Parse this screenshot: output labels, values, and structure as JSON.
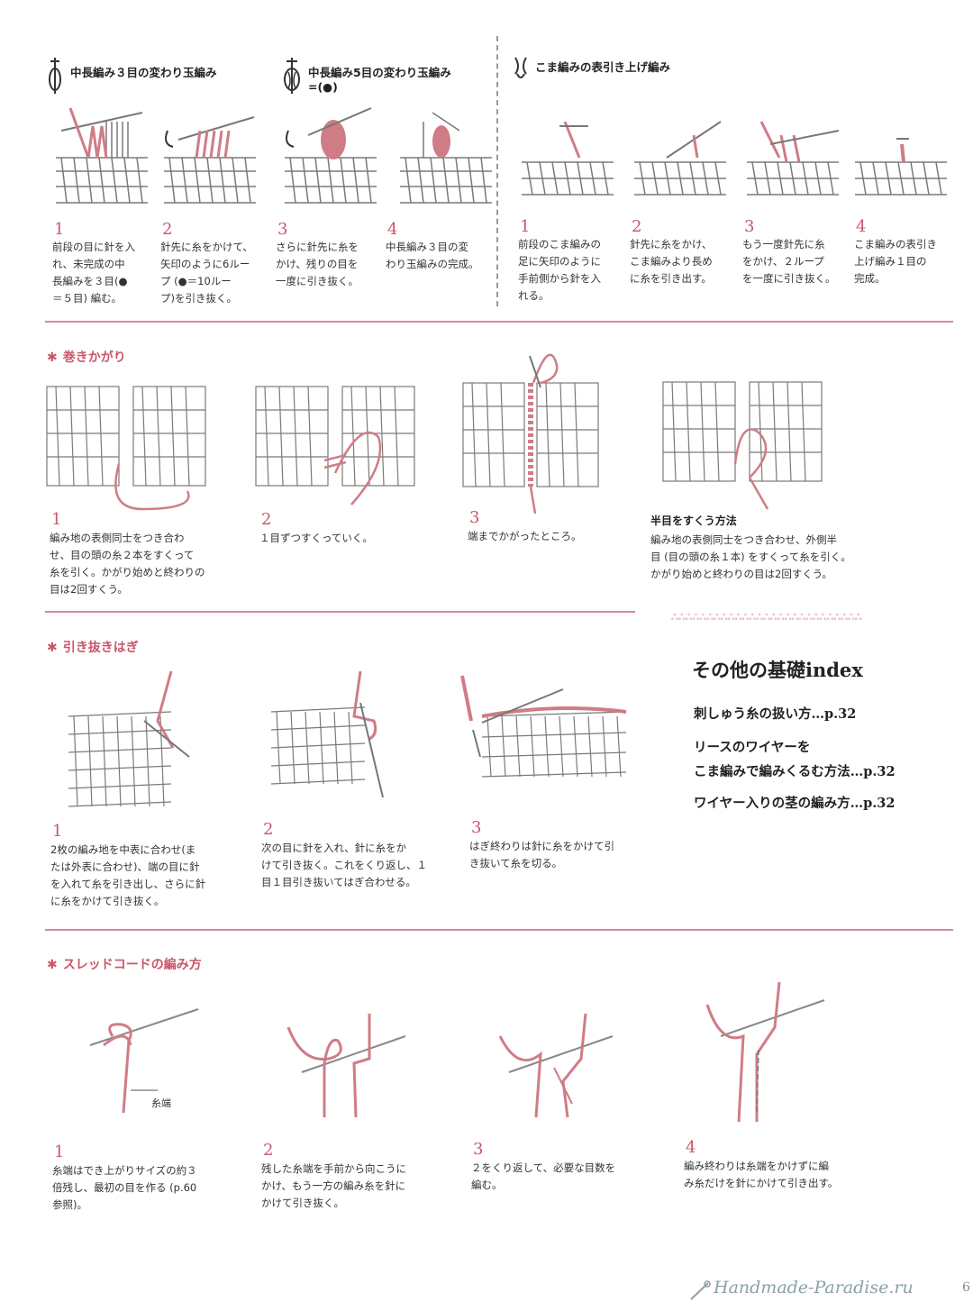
{
  "colors": {
    "accent": "#c9566a",
    "rule": "#d98a95",
    "yarn": "#cf7c86",
    "stitch": "#7a7a7a"
  },
  "sec1": {
    "headA": "中長編み３目の変わり玉編み",
    "headB1": "中長編み5目の変わり玉編み",
    "headB2": "=(●)",
    "steps": [
      {
        "n": "1",
        "lines": [
          "前段の目に針を入",
          "れ、未完成の中",
          "長編みを３目(●",
          "＝５目) 編む。"
        ]
      },
      {
        "n": "2",
        "lines": [
          "針先に糸をかけて、",
          "矢印のように6ルー",
          "プ (●＝10ルー",
          "プ)を引き抜く。"
        ]
      },
      {
        "n": "3",
        "lines": [
          "さらに針先に糸を",
          "かけ、残りの目を",
          "一度に引き抜く。"
        ]
      },
      {
        "n": "4",
        "lines": [
          "中長編み３目の変",
          "わり玉編みの完成。"
        ]
      }
    ]
  },
  "sec2": {
    "head": "こま編みの表引き上げ編み",
    "steps": [
      {
        "n": "1",
        "lines": [
          "前段のこま編みの",
          "足に矢印のように",
          "手前側から針を入",
          "れる。"
        ]
      },
      {
        "n": "2",
        "lines": [
          "針先に糸をかけ、",
          "こま編みより長め",
          "に糸を引き出す。"
        ]
      },
      {
        "n": "3",
        "lines": [
          "もう一度針先に糸",
          "をかけ、２ループ",
          "を一度に引き抜く。"
        ]
      },
      {
        "n": "4",
        "lines": [
          "こま編みの表引き",
          "上げ編み１目の",
          "完成。"
        ]
      }
    ]
  },
  "sec3": {
    "title": "巻きかがり",
    "steps": [
      {
        "n": "1",
        "lines": [
          "編み地の表側同士をつき合わ",
          "せ、目の頭の糸２本をすくって",
          "糸を引く。かがり始めと終わりの",
          "目は2回すくう。"
        ]
      },
      {
        "n": "2",
        "lines": [
          "１目ずつすくっていく。"
        ]
      },
      {
        "n": "3",
        "lines": [
          "端までかがったところ。"
        ]
      }
    ],
    "half_head": "半目をすくう方法",
    "half_lines": [
      "編み地の表側同士をつき合わせ、外側半",
      "目 (目の頭の糸１本) をすくって糸を引く。",
      "かがり始めと終わりの目は2回すくう。"
    ]
  },
  "sec4": {
    "title": "引き抜きはぎ",
    "steps": [
      {
        "n": "1",
        "lines": [
          "2枚の編み地を中表に合わせ(ま",
          "たは外表に合わせ)、端の目に針",
          "を入れて糸を引き出し、さらに針",
          "に糸をかけて引き抜く。"
        ]
      },
      {
        "n": "2",
        "lines": [
          "次の目に針を入れ、針に糸をか",
          "けて引き抜く。これをくり返し、１",
          "目１目引き抜いてはぎ合わせる。"
        ]
      },
      {
        "n": "3",
        "lines": [
          "はぎ終わりは針に糸をかけて引",
          "き抜いて糸を切る。"
        ]
      }
    ]
  },
  "index": {
    "title": "その他の基礎index",
    "items": [
      "刺しゅう糸の扱い方…p.32",
      "リースのワイヤーを",
      "こま編みで編みくるむ方法…p.32",
      "ワイヤー入りの茎の編み方…p.32"
    ]
  },
  "sec5": {
    "title": "スレッドコードの編み方",
    "label": "糸端",
    "steps": [
      {
        "n": "1",
        "lines": [
          "糸端はでき上がりサイズの約３",
          "倍残し、最初の目を作る (p.60",
          "参照)。"
        ]
      },
      {
        "n": "2",
        "lines": [
          "残した糸端を手前から向こうに",
          "かけ、もう一方の編み糸を針に",
          "かけて引き抜く。"
        ]
      },
      {
        "n": "3",
        "lines": [
          "２をくり返して、必要な目数を",
          "編む。"
        ]
      },
      {
        "n": "4",
        "lines": [
          "編み終わりは糸端をかけずに編",
          "み糸だけを針にかけて引き出す。"
        ]
      }
    ]
  },
  "decor": "ஃஃஃஃஃஃஃஃஃஃஃஃஃஃஃஃஃஃஃஃஃஃஃஃஃஃஃ",
  "watermark": "Handmade-Paradise.ru",
  "page_number": "6"
}
